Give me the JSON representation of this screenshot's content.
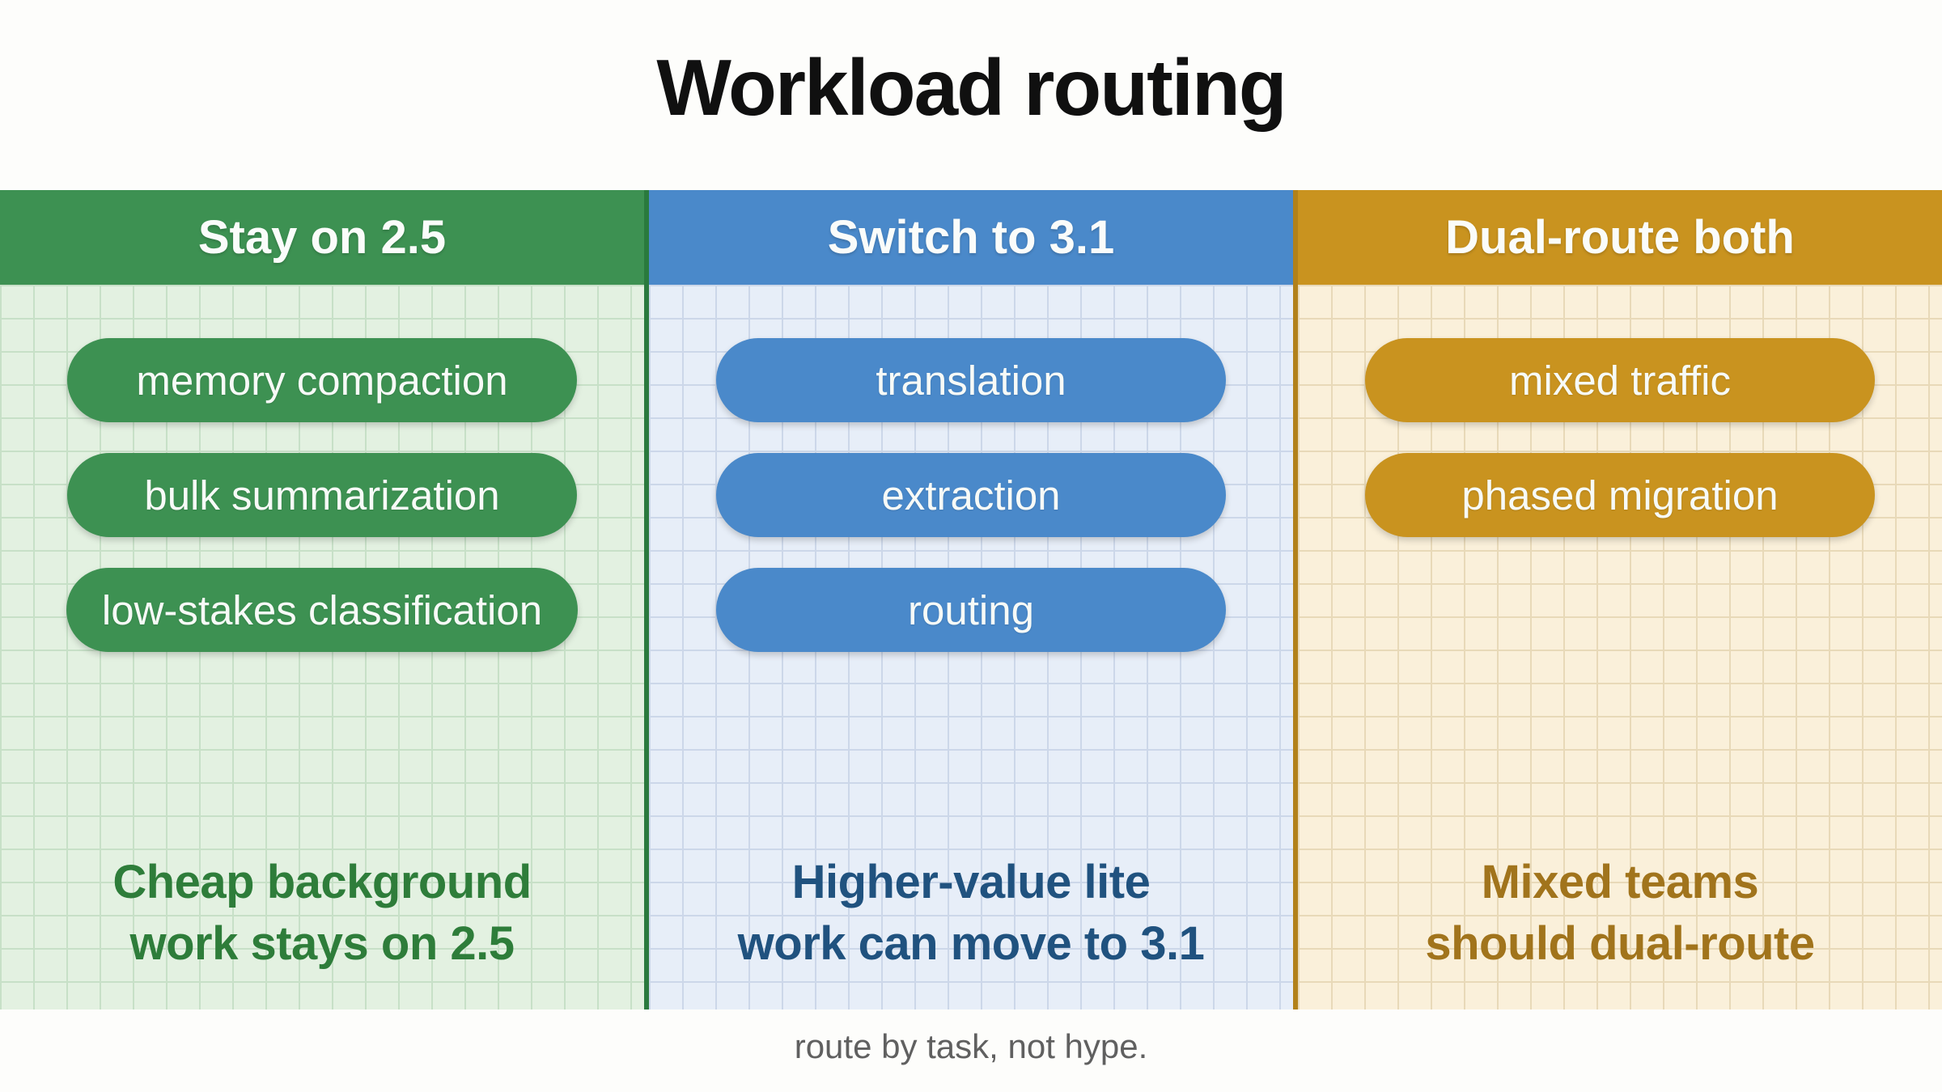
{
  "title": "Workload routing",
  "caption": "route by task, not hype.",
  "columns": [
    {
      "header": "Stay on 2.5",
      "pills": [
        "memory compaction",
        "bulk summarization",
        "low-stakes classification"
      ],
      "footer": "Cheap background\nwork stays on 2.5",
      "colors": {
        "accent": "#3d9152",
        "divider": "#2a7a3e",
        "body_bg": "#e3f1e1",
        "grid_line": "#c7e0c7",
        "footer_text": "#2e7d3a"
      }
    },
    {
      "header": "Switch to 3.1",
      "pills": [
        "translation",
        "extraction",
        "routing"
      ],
      "footer": "Higher-value lite\nwork can move to 3.1",
      "colors": {
        "accent": "#4a89ca",
        "divider": "",
        "body_bg": "#e7eef8",
        "grid_line": "#ccd7e9",
        "footer_text": "#20527f"
      }
    },
    {
      "header": "Dual-route both",
      "pills": [
        "mixed traffic",
        "phased migration"
      ],
      "footer": "Mixed teams\nshould dual-route",
      "colors": {
        "accent": "#c9931f",
        "divider": "#b2811a",
        "body_bg": "#faf0da",
        "grid_line": "#e8d9b8",
        "footer_text": "#a1741c"
      }
    }
  ]
}
